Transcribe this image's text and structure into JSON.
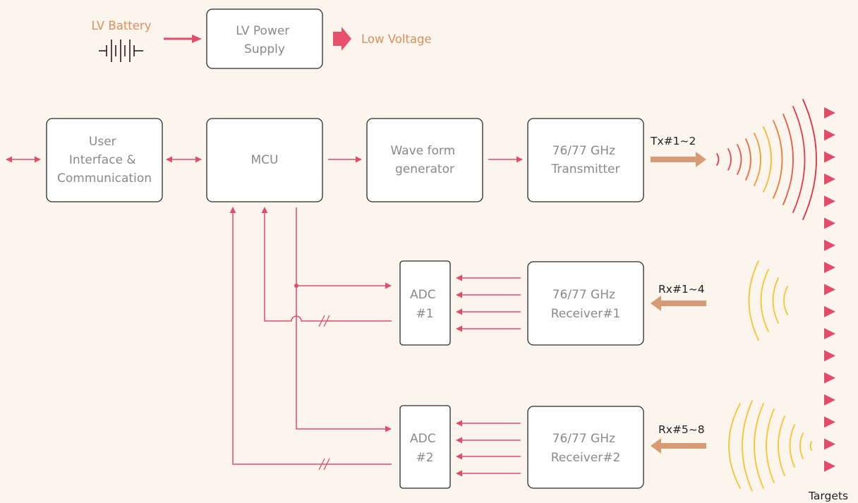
{
  "power": {
    "battery_label": "LV Battery",
    "supply_label": [
      "LV Power",
      "Supply"
    ],
    "output_label": "Low Voltage"
  },
  "blocks": {
    "ui": [
      "User",
      "Interface &",
      "Communication"
    ],
    "mcu": [
      "MCU"
    ],
    "wave": [
      "Wave form",
      "generator"
    ],
    "tx": [
      "76/77 GHz",
      "Transmitter"
    ],
    "adc1": [
      "ADC",
      "#1"
    ],
    "rx1": [
      "76/77 GHz",
      "Receiver#1"
    ],
    "adc2": [
      "ADC",
      "#2"
    ],
    "rx2": [
      "76/77 GHz",
      "Receiver#2"
    ]
  },
  "signals": {
    "tx": "Tx#1~2",
    "rx1": "Rx#1~4",
    "rx2": "Rx#5~8"
  },
  "targets_label": "Targets",
  "colors": {
    "background": "#fcf5ee",
    "signal_line": "#e24c6a",
    "label_orange": "#d9905e",
    "thick_arrow": "#d69a74",
    "tx_wave_gradient": [
      "#f7b733",
      "#ef7b2e",
      "#e83842"
    ],
    "rx_wave": "#f6c42b",
    "target_triangles": "#e24c6a"
  }
}
